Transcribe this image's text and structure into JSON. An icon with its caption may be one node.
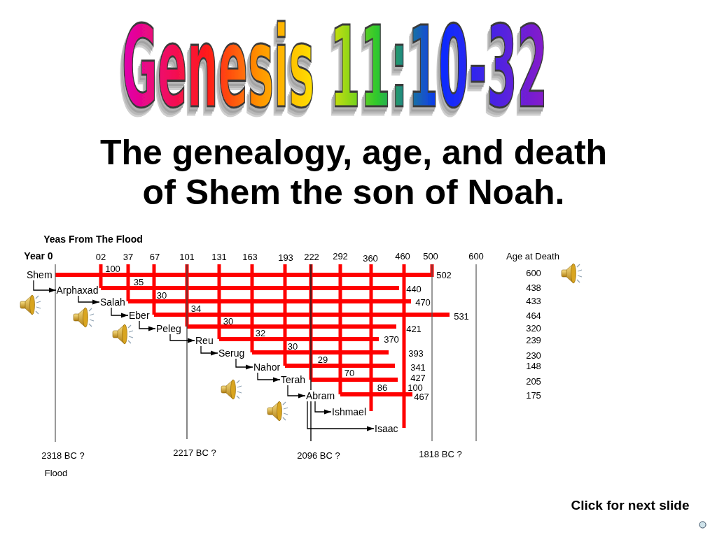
{
  "diagram": {
    "title": "Genesis 11:10-32",
    "nodes": [
      {
        "text": [
          "Shem"
        ]
      },
      {
        "text": [
          "Arphaxad"
        ]
      },
      {
        "text": [
          "Salah"
        ]
      },
      {
        "text": [
          "Eber"
        ]
      },
      {
        "text": [
          "Peleg"
        ]
      },
      {
        "text": [
          "Reu"
        ]
      },
      {
        "text": [
          "Serug"
        ]
      },
      {
        "text": [
          "Nahor"
        ]
      },
      {
        "text": [
          "Terah"
        ]
      },
      {
        "text": [
          "Abram"
        ]
      },
      {
        "text": [
          "Ishmael"
        ]
      },
      {
        "text": [
          "Isaac"
        ]
      }
    ],
    "edges": [
      {
        "from": 0,
        "to": 1,
        "arrow": "to"
      },
      {
        "from": 1,
        "to": 2,
        "arrow": "to"
      },
      {
        "from": 2,
        "to": 3,
        "arrow": "to"
      },
      {
        "from": 3,
        "to": 4,
        "arrow": "to"
      },
      {
        "from": 4,
        "to": 5,
        "arrow": "to"
      },
      {
        "from": 5,
        "to": 6,
        "arrow": "to"
      },
      {
        "from": 6,
        "to": 7,
        "arrow": "to"
      },
      {
        "from": 7,
        "to": 8,
        "arrow": "to"
      },
      {
        "from": 8,
        "to": 9,
        "arrow": "to"
      },
      {
        "from": 9,
        "to": 10,
        "arrow": "to"
      },
      {
        "from": 9,
        "to": 11,
        "arrow": "to"
      }
    ],
    "labels": [
      "The genealogy, age, and death of Shem the son of Noah.",
      "Yeas From The Flood",
      "Year 0",
      "02",
      "37",
      "67",
      "101",
      "131",
      "163",
      "193",
      "222",
      "292",
      "360",
      "460",
      "500",
      "600",
      "Age at Death",
      "100",
      "502",
      "600",
      "35",
      "440",
      "438",
      "30",
      "470",
      "433",
      "34",
      "531",
      "464",
      "30",
      "421",
      "320",
      "32",
      "370",
      "239",
      "30",
      "393",
      "230",
      "29",
      "341",
      "148",
      "70",
      "427",
      "205",
      "86",
      "100",
      "467",
      "175",
      "2318 BC ?",
      "Flood",
      "2217 BC ?",
      "2096 BC ?",
      "1818 BC ?",
      "Click for next slide"
    ]
  }
}
